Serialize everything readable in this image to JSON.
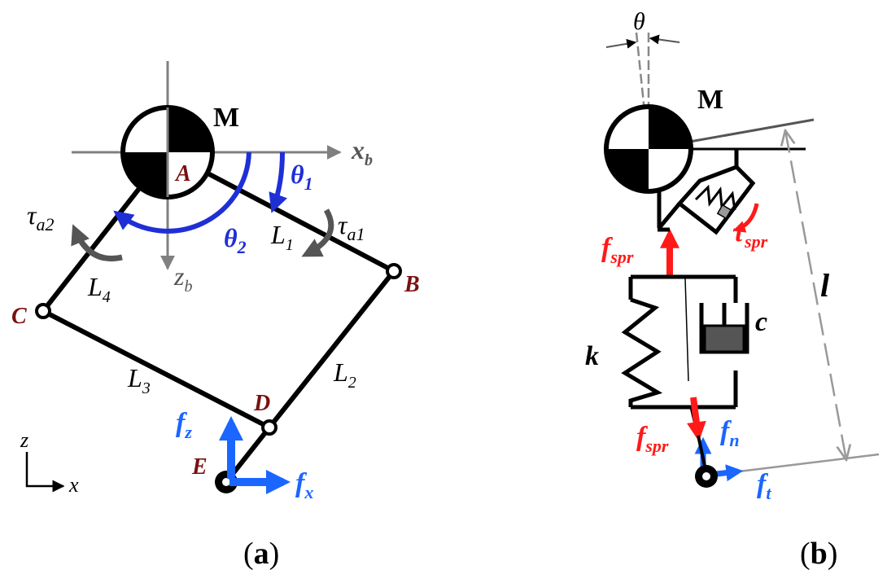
{
  "panel_a": {
    "mass_label": "M",
    "points": {
      "A": "A",
      "B": "B",
      "C": "C",
      "D": "D",
      "E": "E"
    },
    "links": {
      "L1": "L",
      "L1_sub": "1",
      "L2": "L",
      "L2_sub": "2",
      "L3": "L",
      "L3_sub": "3",
      "L4": "L",
      "L4_sub": "4"
    },
    "body_axes": {
      "x": "x",
      "x_sub": "b",
      "z": "z",
      "z_sub": "b"
    },
    "angles": {
      "theta1": "θ",
      "theta1_sub": "1",
      "theta2": "θ",
      "theta2_sub": "2"
    },
    "torques": {
      "tau_a1": "τ",
      "tau_a1_sub": "a1",
      "tau_a2": "τ",
      "tau_a2_sub": "a2"
    },
    "world_axes": {
      "x": "x",
      "z": "z"
    },
    "forces": {
      "fx": "f",
      "fx_sub": "x",
      "fz": "f",
      "fz_sub": "z"
    },
    "caption_open": "(",
    "caption_letter": "a",
    "caption_close": ")"
  },
  "panel_b": {
    "mass_label": "M",
    "theta": "θ",
    "length": "l",
    "spring": "k",
    "damper": "c",
    "f_spr": "f",
    "f_spr_sub": "spr",
    "tau_spr": "τ",
    "tau_spr_sub": "spr",
    "fn": "f",
    "fn_sub": "n",
    "ft": "f",
    "ft_sub": "t",
    "caption_open": "(",
    "caption_letter": "b",
    "caption_close": ")"
  },
  "colors": {
    "link": "#000000",
    "axis_gray": "#808080",
    "torque_gray": "#555555",
    "angle_blue": "#1f2fd6",
    "force_blue": "#1a66ff",
    "point_red": "#7a1010",
    "spring_red": "#ff1a1a",
    "damper_fill": "#555555"
  }
}
